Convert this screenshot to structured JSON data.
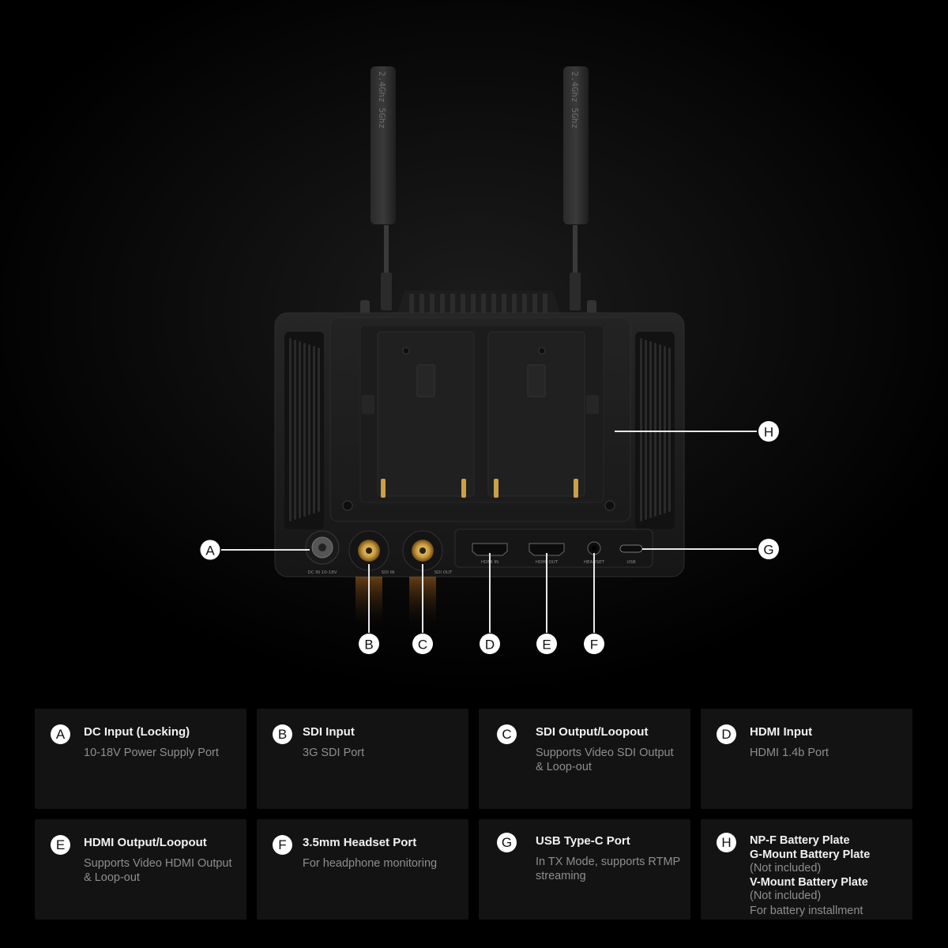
{
  "antenna_label": "2.4Ghz 5Ghz",
  "port_labels": {
    "dc_in": "DC IN 10-18V",
    "sdi_in": "SDI IN",
    "sdi_out": "SDI OUT",
    "hdmi_in": "HDMI IN",
    "hdmi_out": "HDMI OUT",
    "headset": "HEADSET",
    "usb": "USB"
  },
  "callouts": {
    "a": "A",
    "b": "B",
    "c": "C",
    "d": "D",
    "e": "E",
    "f": "F",
    "g": "G",
    "h": "H"
  },
  "cards": {
    "a": {
      "letter": "A",
      "title": "DC Input (Locking)",
      "desc": "10-18V Power Supply Port"
    },
    "b": {
      "letter": "B",
      "title": "SDI Input",
      "desc": "3G SDI Port"
    },
    "c": {
      "letter": "C",
      "title": "SDI Output/Loopout",
      "desc": "Supports Video SDI Output & Loop-out"
    },
    "d": {
      "letter": "D",
      "title": "HDMI Input",
      "desc": "HDMI 1.4b Port"
    },
    "e": {
      "letter": "E",
      "title": "HDMI Output/Loopout",
      "desc": "Supports Video HDMI Output & Loop-out"
    },
    "f": {
      "letter": "F",
      "title": "3.5mm Headset Port",
      "desc": "For headphone monitoring"
    },
    "g": {
      "letter": "G",
      "title": "USB Type-C Port",
      "desc": "In TX Mode, supports RTMP streaming"
    },
    "h": {
      "letter": "H",
      "line1": "NP-F Battery Plate",
      "line2": "G-Mount Battery Plate",
      "line3": "(Not included)",
      "line4": "V-Mount Battery Plate",
      "line5": "(Not included)",
      "line6": "For battery installment"
    }
  }
}
